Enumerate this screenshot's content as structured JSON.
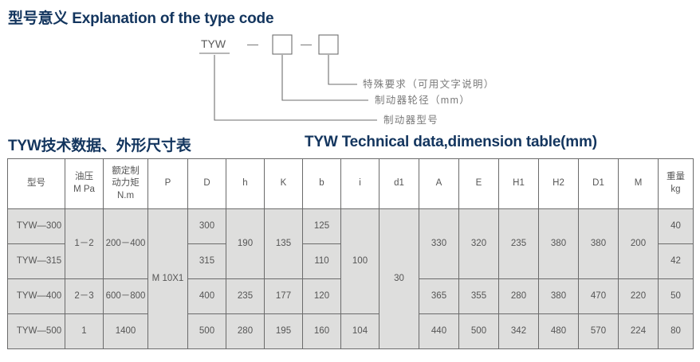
{
  "headings": {
    "explanation": "型号意义 Explanation of the type code",
    "table_cn": "TYW技术数据、外形尺寸表",
    "table_en": "TYW Technical data,dimension table(mm)",
    "accent_color": "#13355e"
  },
  "type_code": {
    "prefix": "TYW",
    "dash1": "—",
    "dash2": "—",
    "box1": "",
    "box2": "",
    "labels": {
      "special": "特殊要求（可用文字说明）",
      "wheel_diameter": "制动器轮径（mm）",
      "model": "制动器型号"
    }
  },
  "table": {
    "columns": [
      {
        "key": "model",
        "label": "型号"
      },
      {
        "key": "press",
        "label": "油压",
        "label2": "M Pa"
      },
      {
        "key": "torque",
        "label": "额定制",
        "label2": "动力矩",
        "label3": "N.m"
      },
      {
        "key": "p",
        "label": "P"
      },
      {
        "key": "d",
        "label": "D"
      },
      {
        "key": "h",
        "label": "h"
      },
      {
        "key": "k",
        "label": "K"
      },
      {
        "key": "b",
        "label": "b"
      },
      {
        "key": "i",
        "label": "i"
      },
      {
        "key": "d1",
        "label": "d1"
      },
      {
        "key": "a",
        "label": "A"
      },
      {
        "key": "e",
        "label": "E"
      },
      {
        "key": "h1",
        "label": "H1"
      },
      {
        "key": "h2",
        "label": "H2"
      },
      {
        "key": "dd1",
        "label": "D1"
      },
      {
        "key": "m",
        "label": "M"
      },
      {
        "key": "weight",
        "label": "重量",
        "label2": "kg"
      }
    ],
    "rows": [
      {
        "model": "TYW—300",
        "press": "1－2",
        "torque": "200－400",
        "p": "M 10X1",
        "d": "300",
        "h": "190",
        "k": "135",
        "b": "125",
        "i": "100",
        "d1": "30",
        "a": "330",
        "e": "320",
        "h1": "235",
        "h2": "380",
        "dd1": "380",
        "m": "200",
        "weight": "40"
      },
      {
        "model": "TYW—315",
        "d": "315",
        "b": "110",
        "weight": "42"
      },
      {
        "model": "TYW—400",
        "press": "2－3",
        "torque": "600－800",
        "d": "400",
        "h": "235",
        "k": "177",
        "b": "120",
        "a": "365",
        "e": "355",
        "h1": "280",
        "h2": "380",
        "dd1": "470",
        "m": "220",
        "weight": "50"
      },
      {
        "model": "TYW—500",
        "press": "1",
        "torque": "1400",
        "d": "500",
        "h": "280",
        "k": "195",
        "b": "160",
        "i": "104",
        "a": "440",
        "e": "500",
        "h1": "342",
        "h2": "480",
        "dd1": "570",
        "m": "224",
        "weight": "80"
      }
    ]
  }
}
